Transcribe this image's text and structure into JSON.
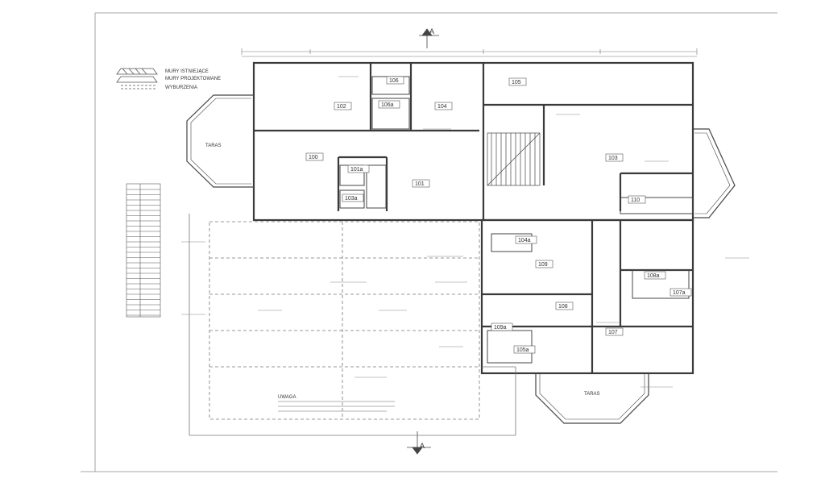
{
  "legend": {
    "items": [
      {
        "label": "MURY ISTNIEJĄCE",
        "pattern": "hatched"
      },
      {
        "label": "MURY PROJEKTOWANE",
        "pattern": "dotted"
      },
      {
        "label": "WYBURZENIA",
        "pattern": "dashed"
      }
    ]
  },
  "section_marks": {
    "top": "A",
    "bottom": "A"
  },
  "rooms": [
    {
      "id": "room-101",
      "label": "101"
    },
    {
      "id": "room-102",
      "label": "102"
    },
    {
      "id": "room-103",
      "label": "103"
    },
    {
      "id": "room-104",
      "label": "104"
    },
    {
      "id": "room-105",
      "label": "105"
    },
    {
      "id": "room-106",
      "label": "106"
    },
    {
      "id": "room-107",
      "label": "107"
    },
    {
      "id": "room-108",
      "label": "108"
    },
    {
      "id": "room-109",
      "label": "109"
    },
    {
      "id": "room-100",
      "label": "100"
    },
    {
      "id": "room-110",
      "label": "110"
    },
    {
      "id": "room-106a",
      "label": "106a"
    },
    {
      "id": "room-101a",
      "label": "101a"
    },
    {
      "id": "room-103a",
      "label": "103a"
    },
    {
      "id": "room-104a",
      "label": "104a"
    },
    {
      "id": "room-105a",
      "label": "105a"
    },
    {
      "id": "room-107a",
      "label": "107a"
    },
    {
      "id": "room-108a",
      "label": "108a"
    },
    {
      "id": "room-109a",
      "label": "109a"
    }
  ],
  "notes": {
    "taras_left": "TARAS",
    "taras_right": "TARAS",
    "bottom_note": "UWAGA"
  },
  "colors": {
    "line": "#4a4a4a",
    "faint": "#9a9a9a",
    "paper": "#ffffff"
  }
}
